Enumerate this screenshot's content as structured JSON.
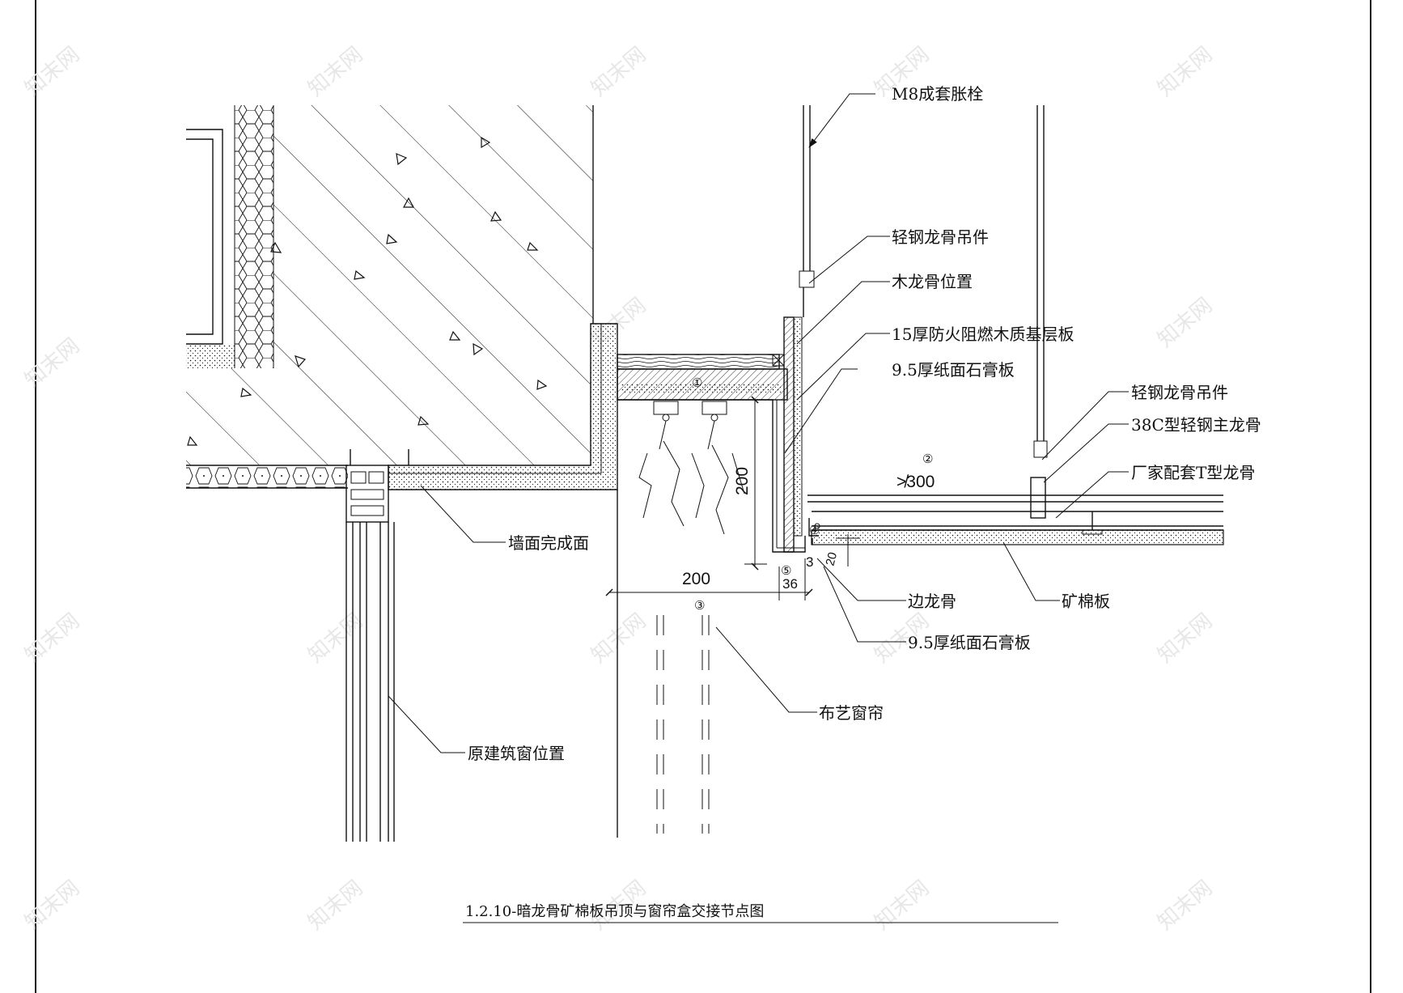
{
  "drawing": {
    "title": "1.2.10-暗龙骨矿棉板吊顶与窗帘盒交接节点图",
    "watermark_text": "知末网",
    "line_color": "#111111",
    "background": "#ffffff"
  },
  "labels": {
    "m8_anchor": "M8成套胀栓",
    "hanger_1": "轻钢龙骨吊件",
    "wood_keel": "木龙骨位置",
    "fire_board": "15厚防火阻燃木质基层板",
    "gypsum_1": "9.5厚纸面石膏板",
    "hanger_2": "轻钢龙骨吊件",
    "main_keel": "38C型轻钢主龙骨",
    "t_keel": "厂家配套T型龙骨",
    "wall_finish": "墙面完成面",
    "edge_keel": "边龙骨",
    "mineral_board": "矿棉板",
    "gypsum_2": "9.5厚纸面石膏板",
    "curtain": "布艺窗帘",
    "window": "原建筑窗位置"
  },
  "dimensions": {
    "spacing": "≯300",
    "box_width": "200",
    "box_height": "200",
    "offset_small": "3",
    "offset_36": "36",
    "offset_20": "20"
  },
  "markers": {
    "m1": "①",
    "m2": "②",
    "m3": "③",
    "m4": "④",
    "m5": "⑤"
  }
}
